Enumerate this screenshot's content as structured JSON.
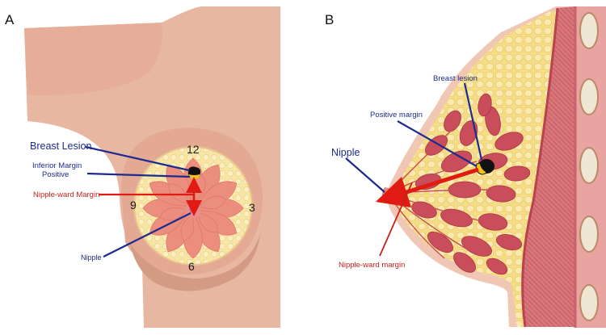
{
  "panels": {
    "a": {
      "letter": "A",
      "labels": {
        "breast_lesion": "Breast Lesion",
        "inferior_margin_line1": "Inferior Margin",
        "inferior_margin_line2": "Positive",
        "nipple_ward_margin": "Nipple-ward Margin",
        "nipple": "Nipple"
      },
      "clock_positions": {
        "twelve": "12",
        "three": "3",
        "six": "6",
        "nine": "9"
      }
    },
    "b": {
      "letter": "B",
      "labels": {
        "breast_lesion": "Breast lesion",
        "positive_margin": "Positive margin",
        "nipple": "Nipple",
        "nipple_ward_margin": "Nipple-ward margin"
      }
    }
  },
  "colors": {
    "skin": "#e8b7a2",
    "skin_shadow": "#d9a08a",
    "fat": "#f7e6a6",
    "lobule": "#ec8e7e",
    "duct_tissue": "#c94d5a",
    "pointer_blue": "#1d2b8f",
    "pointer_red": "#e01b14",
    "lesion": "#111111",
    "lesion_margin": "#f2c21b"
  }
}
